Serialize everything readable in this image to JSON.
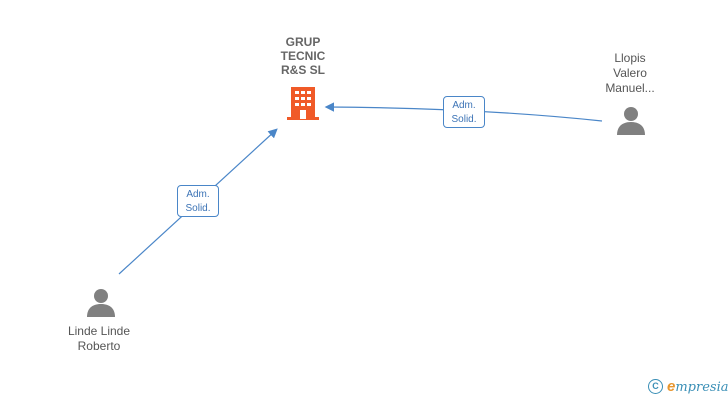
{
  "company": {
    "name": "GRUP\nTECNIC\nR&S  SL",
    "icon": "building-icon",
    "color": "#f05a28"
  },
  "persons": [
    {
      "name": "Llopis\nValero\nManuel...",
      "icon": "person-icon"
    },
    {
      "name": "Linde Linde\nRoberto",
      "icon": "person-icon"
    }
  ],
  "relations": [
    {
      "label": "Adm.\nSolid.",
      "from": "Llopis\nValero\nManuel...",
      "to": "GRUP\nTECNIC\nR&S  SL"
    },
    {
      "label": "Adm.\nSolid.",
      "from": "Linde Linde\nRoberto",
      "to": "GRUP\nTECNIC\nR&S  SL"
    }
  ],
  "brand": {
    "copyright": "C",
    "e": "e",
    "rest": "mpresia"
  },
  "colors": {
    "edge": "#4a86c8",
    "person": "#808080"
  }
}
